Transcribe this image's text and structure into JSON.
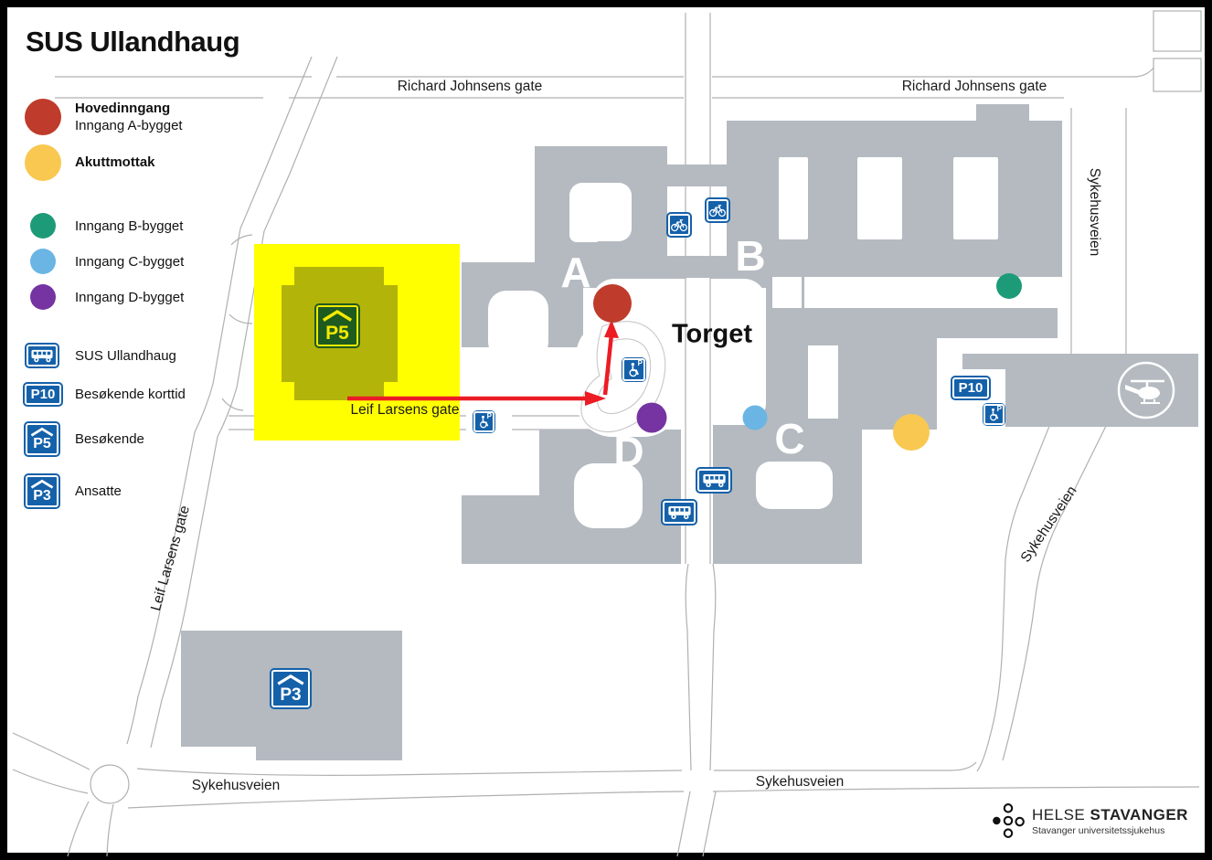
{
  "title": "SUS Ullandhaug",
  "colors": {
    "building_gray": "#b4bac0",
    "highlight_yellow": "#ffff00",
    "sign_blue": "#1561a9",
    "map_p5_green": "#1e5b1f",
    "route_arrow_red": "#ec1c24",
    "entrance_red": "#bf3b2b",
    "entrance_yellow": "#f9c851",
    "entrance_green": "#1d9b78",
    "entrance_blue": "#6ab5e3",
    "entrance_purple": "#7634a2"
  },
  "legend": {
    "entrances": [
      {
        "label": "Hovedinngang",
        "sublabel": "Inngang A-bygget",
        "color": "#bf3b2b"
      },
      {
        "label": "Akuttmottak",
        "color": "#f9c851"
      },
      {
        "label": "Inngang B-bygget",
        "color": "#1d9b78"
      },
      {
        "label": "Inngang C-bygget",
        "color": "#6ab5e3"
      },
      {
        "label": "Inngang D-bygget",
        "color": "#7634a2"
      }
    ],
    "transport": [
      {
        "icon": "bus-sign",
        "label": "SUS Ullandhaug"
      },
      {
        "icon": "parking-sign",
        "sign_text": "P10",
        "label": "Besøkende korttid"
      },
      {
        "icon": "parking-garage-sign",
        "sign_text": "P5",
        "label": "Besøkende"
      },
      {
        "icon": "parking-garage-sign",
        "sign_text": "P3",
        "label": "Ansatte"
      }
    ]
  },
  "map": {
    "plaza_label": "Torget",
    "buildings": [
      {
        "letter": "A"
      },
      {
        "letter": "B"
      },
      {
        "letter": "C"
      },
      {
        "letter": "D"
      }
    ],
    "streets": {
      "richard_top_left": "Richard Johnsens gate",
      "richard_top_right": "Richard Johnsens gate",
      "sykehusveien_right_vertical": "Sykehusveien",
      "sykehusveien_right_diagonal": "Sykehusveien",
      "leif_larsens_diagonal": "Leif Larsens gate",
      "leif_larsens_horizontal": "Leif Larsens gate",
      "sykehusveien_bottom_left": "Sykehusveien",
      "sykehusveien_bottom_right": "Sykehusveien"
    },
    "signs": {
      "p10": "P10",
      "p5": "P5",
      "p3": "P3",
      "hc_p": "P"
    }
  },
  "logo": {
    "name_light": "HELSE",
    "name_bold": "STAVANGER",
    "subtitle": "Stavanger universitetssjukehus"
  }
}
